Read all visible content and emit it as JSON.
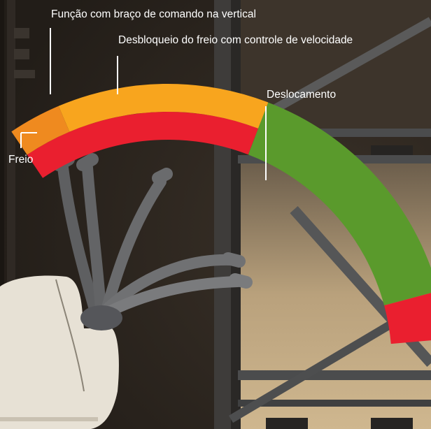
{
  "labels": {
    "vertical_arm": "Função com braço de comando na vertical",
    "brake_release": "Desbloqueio do freio com controle de velocidade",
    "travel": "Deslocamento",
    "brake": "Freio"
  },
  "zone_colors": {
    "orange": "#ef8a1f",
    "yellow": "#f8a51e",
    "red": "#ea1f2f",
    "green": "#5a9a2c"
  },
  "scene_colors": {
    "background_dark": "#2b2520",
    "warehouse_floor": "#c4ac86",
    "rack_steel": "#4b4c4d",
    "handle_gray": "#6f7072",
    "truck_body": "#e7e1d5",
    "leader_line": "#ffffff"
  },
  "icons": [
    "pallet-truck-icon",
    "tiller-handle-icon"
  ]
}
